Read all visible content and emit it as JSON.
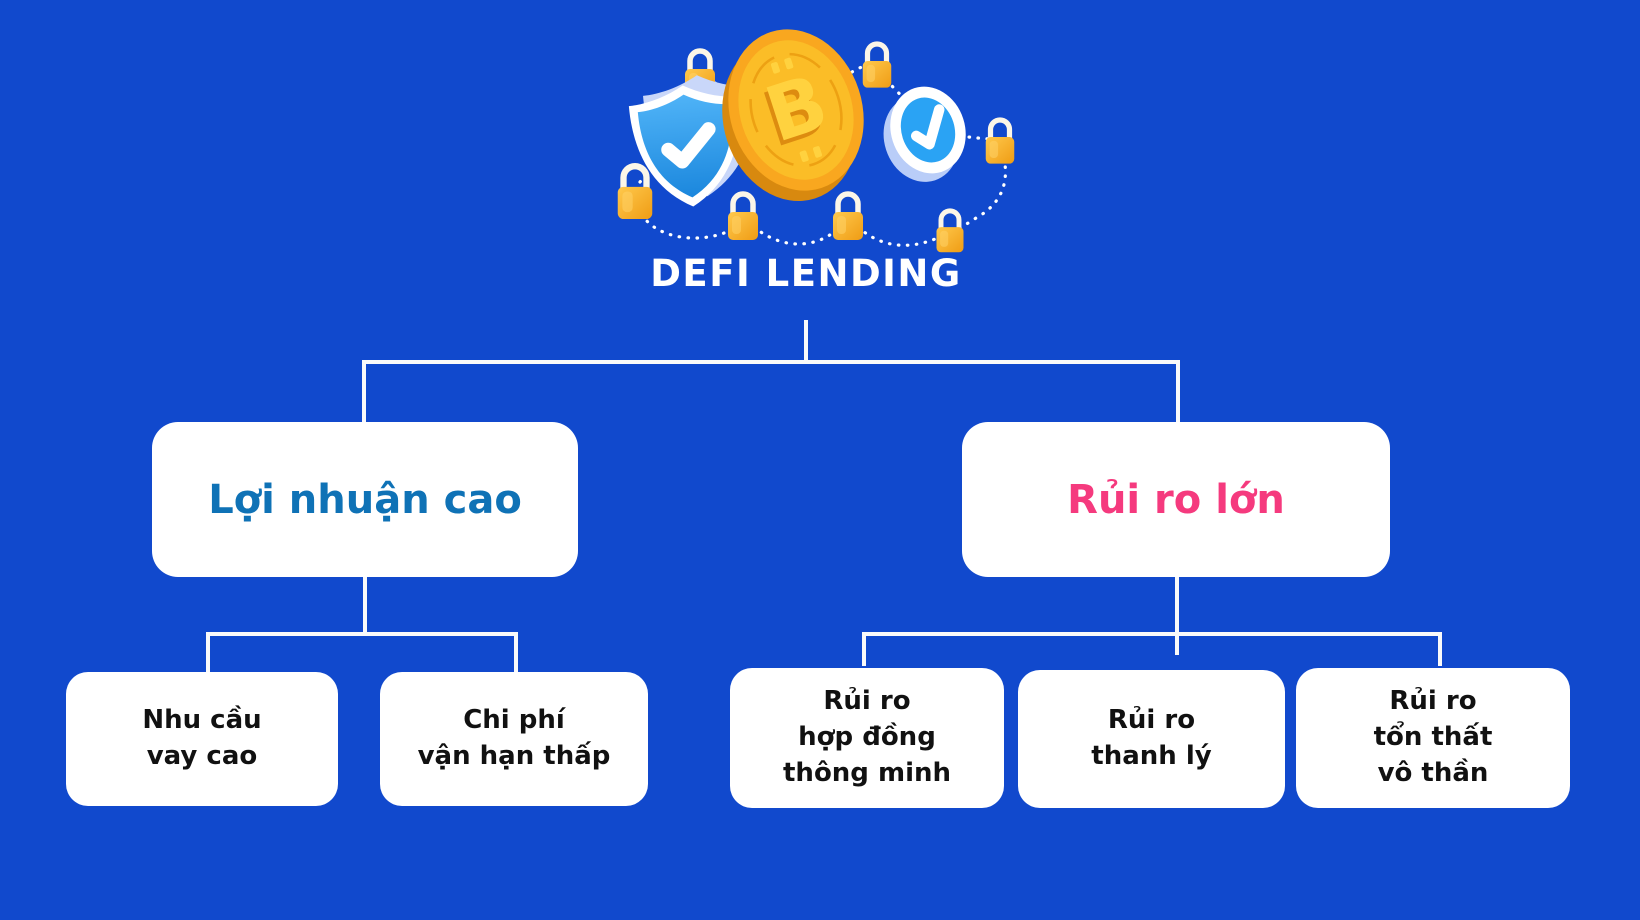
{
  "colors": {
    "background": "#1149cd",
    "box_background": "#ffffff",
    "connector": "#fafafa",
    "branch_left_text": "#0f72b6",
    "branch_right_text": "#f53a7e",
    "leaf_text": "#111111",
    "title_text": "#ffffff",
    "coin_gold": "#f9a71f",
    "lock_gold": "#f6a51e",
    "shield_blue": "#2e9df2",
    "badge_blue": "#2aa3f4"
  },
  "illustration": {
    "icons": [
      "bitcoin-coin-icon",
      "shield-check-icon",
      "check-badge-icon",
      "padlock-icon",
      "dotted-chain-line"
    ]
  },
  "tree": {
    "root_label": "DEFI LENDING",
    "branches": [
      {
        "label": "Lợi nhuận cao",
        "children": [
          {
            "label": "Nhu cầu\nvay cao"
          },
          {
            "label": "Chi phí\nvận hạn thấp"
          }
        ]
      },
      {
        "label": "Rủi ro lớn",
        "children": [
          {
            "label": "Rủi ro\nhợp đồng\nthông minh"
          },
          {
            "label": "Rủi ro\nthanh lý"
          },
          {
            "label": "Rủi ro\ntổn thất\nvô thần"
          }
        ]
      }
    ]
  }
}
